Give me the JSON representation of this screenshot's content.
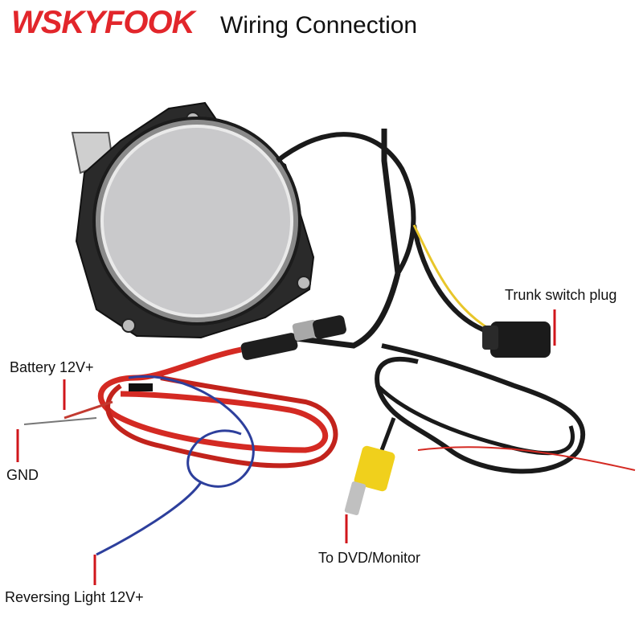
{
  "header": {
    "brand": "WSKYFOOK",
    "title": "Wiring Connection"
  },
  "labels": {
    "trunk_switch": "Trunk switch plug",
    "battery": "Battery 12V+",
    "gnd": "GND",
    "reversing_light": "Reversing Light 12V+",
    "dvd_monitor": "To DVD/Monitor"
  },
  "colors": {
    "brand_red": "#e2262b",
    "leader_red": "#d0161b",
    "wire_red": "#d42a23",
    "wire_blue": "#2d3f9c",
    "wire_black": "#1a1a1a",
    "rca_yellow": "#f0d01c",
    "mirror": "#c9c9cb"
  }
}
